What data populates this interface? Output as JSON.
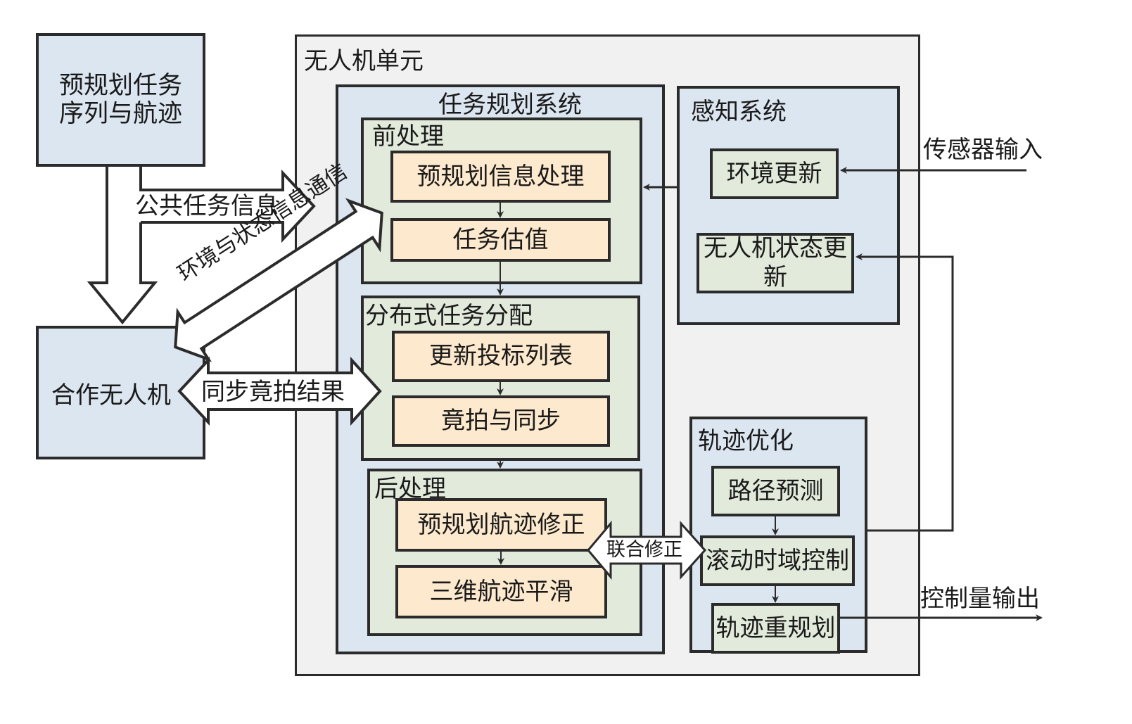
{
  "external": {
    "preplanned": "预规划任务\n序列与航迹",
    "cooperative_uav": "合作无人机",
    "sensor_input": "传感器输入",
    "control_output": "控制量输出"
  },
  "arrows": {
    "public_task_info": "公共任务信息",
    "env_state_comm": "环境与状态信息通信",
    "sync_auction": "同步竟拍结果",
    "joint_correction": "联合修正"
  },
  "uav_unit": {
    "title": "无人机单元",
    "task_planning": {
      "title": "任务规划系统",
      "preprocess": {
        "title": "前处理",
        "steps": [
          "预规划信息处理",
          "任务估值"
        ]
      },
      "distributed": {
        "title": "分布式任务分配",
        "steps": [
          "更新投标列表",
          "竟拍与同步"
        ]
      },
      "postprocess": {
        "title": "后处理",
        "steps": [
          "预规划航迹修正",
          "三维航迹平滑"
        ]
      }
    },
    "perception": {
      "title": "感知系统",
      "steps": [
        "环境更新",
        "无人机状态更新"
      ]
    },
    "trajectory_opt": {
      "title": "轨迹优化",
      "steps": [
        "路径预测",
        "滚动时域控制",
        "轨迹重规划"
      ]
    }
  }
}
